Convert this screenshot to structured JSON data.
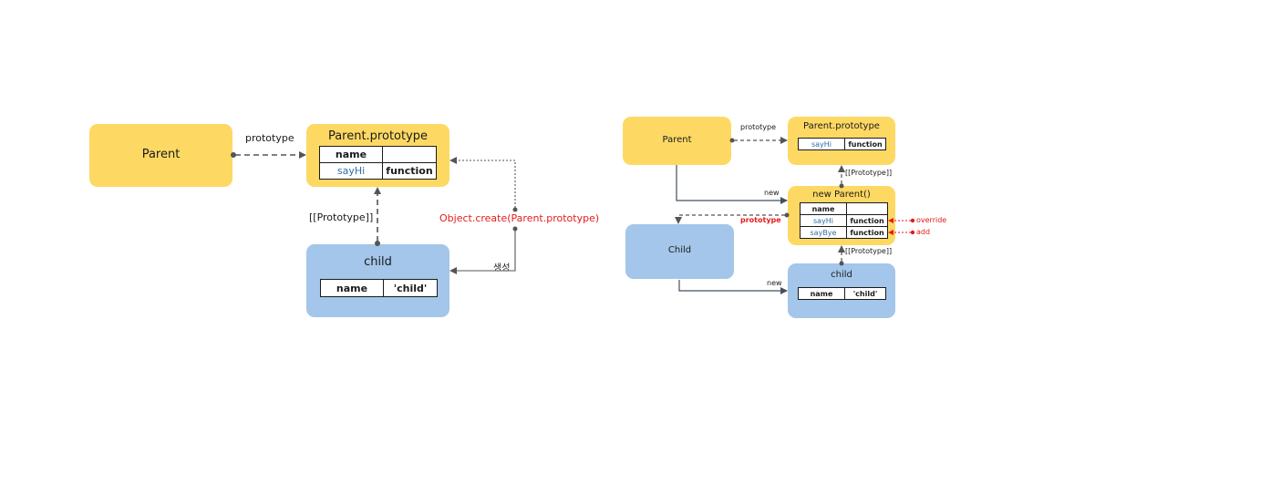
{
  "left": {
    "parent_label": "Parent",
    "prototype_box": {
      "title": "Parent.prototype",
      "rows": [
        {
          "key": "name",
          "value": ""
        },
        {
          "key": "sayHi",
          "value": "function"
        }
      ]
    },
    "child_box": {
      "title": "child",
      "rows": [
        {
          "key": "name",
          "value": "'child'"
        }
      ]
    },
    "prototype_link_label": "prototype",
    "proto_chain_label": "[[Prototype]]",
    "object_create_label": "Object.create(Parent.prototype)",
    "create_label": "생성"
  },
  "right": {
    "parent_label": "Parent",
    "prototype_box": {
      "title": "Parent.prototype",
      "rows": [
        {
          "key": "sayHi",
          "value": "function"
        }
      ]
    },
    "new_parent_box": {
      "title": "new Parent()",
      "rows": [
        {
          "key": "name",
          "value": ""
        },
        {
          "key": "sayHi",
          "value": "function"
        },
        {
          "key": "sayBye",
          "value": "function"
        }
      ]
    },
    "child_constructor_label": "Child",
    "child_box": {
      "title": "child",
      "rows": [
        {
          "key": "name",
          "value": "'child'"
        }
      ]
    },
    "prototype_link_label": "prototype",
    "proto_chain_label_1": "[[Prototype]]",
    "proto_chain_label_2": "[[Prototype]]",
    "new_label_1": "new",
    "new_label_2": "new",
    "child_prototype_label": "prototype",
    "override_label": "override",
    "add_label": "add"
  },
  "colors": {
    "yellow_box": "#fdd964",
    "blue_box": "#a3c6ea",
    "key_blue": "#2f6ea6",
    "accent_red": "#e51a1a",
    "line_gray": "#555555",
    "line_dark": "#44505e"
  }
}
